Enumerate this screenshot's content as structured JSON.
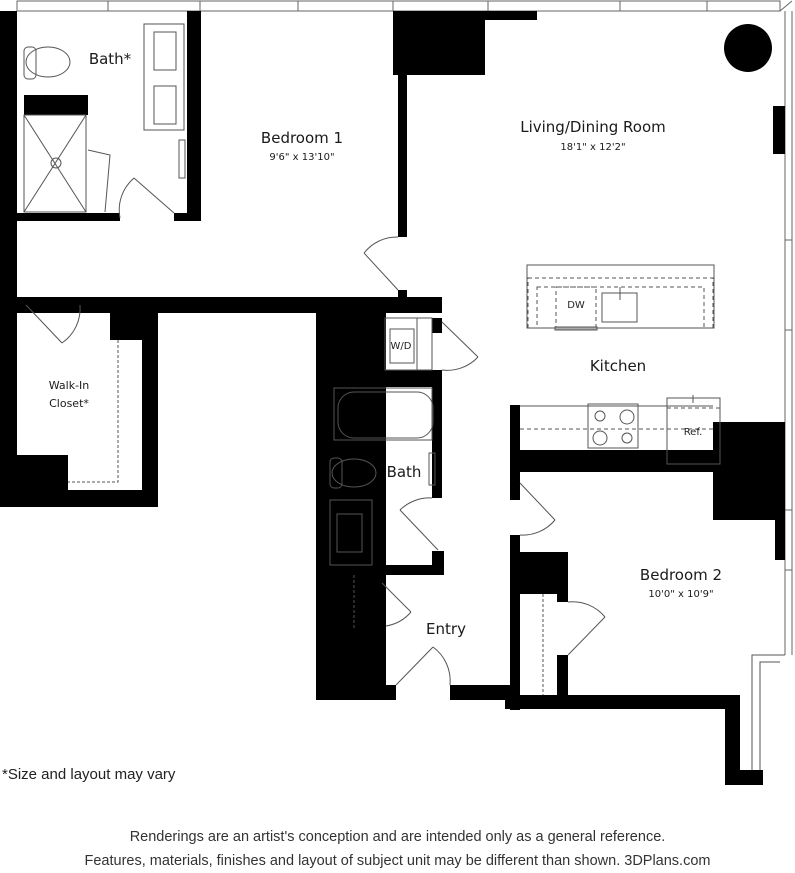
{
  "rooms": {
    "bath_master": {
      "name": "Bath*"
    },
    "bedroom1": {
      "name": "Bedroom 1",
      "dims": "9'6\" x 13'10\""
    },
    "living": {
      "name": "Living/Dining Room",
      "dims": "18'1\" x 12'2\""
    },
    "walkin": {
      "name_line1": "Walk-In",
      "name_line2": "Closet*"
    },
    "kitchen": {
      "name": "Kitchen"
    },
    "bath2": {
      "name": "Bath"
    },
    "bedroom2": {
      "name": "Bedroom 2",
      "dims": "10'0\" x 10'9\""
    },
    "entry": {
      "name": "Entry"
    }
  },
  "fixtures": {
    "washer_dryer": "W/D",
    "dishwasher": "DW",
    "refrigerator": "Ref."
  },
  "notes": {
    "size_note": "*Size and layout may vary",
    "disclaimer_line1": "Renderings are an artist's conception and are intended only as a general reference.",
    "disclaimer_line2": "Features, materials, finishes and layout of subject unit may be different than shown. 3DPlans.com"
  },
  "colors": {
    "wall": "#000000",
    "line": "#555555",
    "background": "#ffffff"
  }
}
